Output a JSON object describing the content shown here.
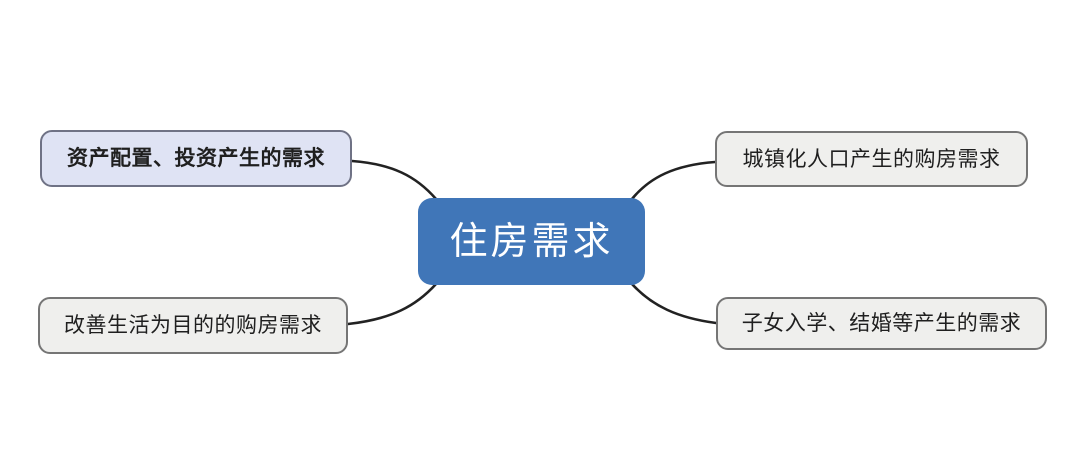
{
  "diagram": {
    "type": "mindmap",
    "background_color": "#ffffff",
    "connector_color": "#222222",
    "center_node": {
      "label": "住房需求",
      "fill_color": "#4076b8",
      "text_color": "#ffffff"
    },
    "nodes": [
      {
        "label": "资产配置、投资产生的需求",
        "position": "top-left",
        "bold": true,
        "fill_color": "#dfe3f4",
        "border_color": "#6f7285"
      },
      {
        "label": "城镇化人口产生的购房需求",
        "position": "top-right",
        "bold": false,
        "fill_color": "#efefed",
        "border_color": "#757575"
      },
      {
        "label": "改善生活为目的的购房需求",
        "position": "bottom-left",
        "bold": false,
        "fill_color": "#efefed",
        "border_color": "#757575"
      },
      {
        "label": "子女入学、结婚等产生的需求",
        "position": "bottom-right",
        "bold": false,
        "fill_color": "#efefed",
        "border_color": "#757575"
      }
    ]
  }
}
